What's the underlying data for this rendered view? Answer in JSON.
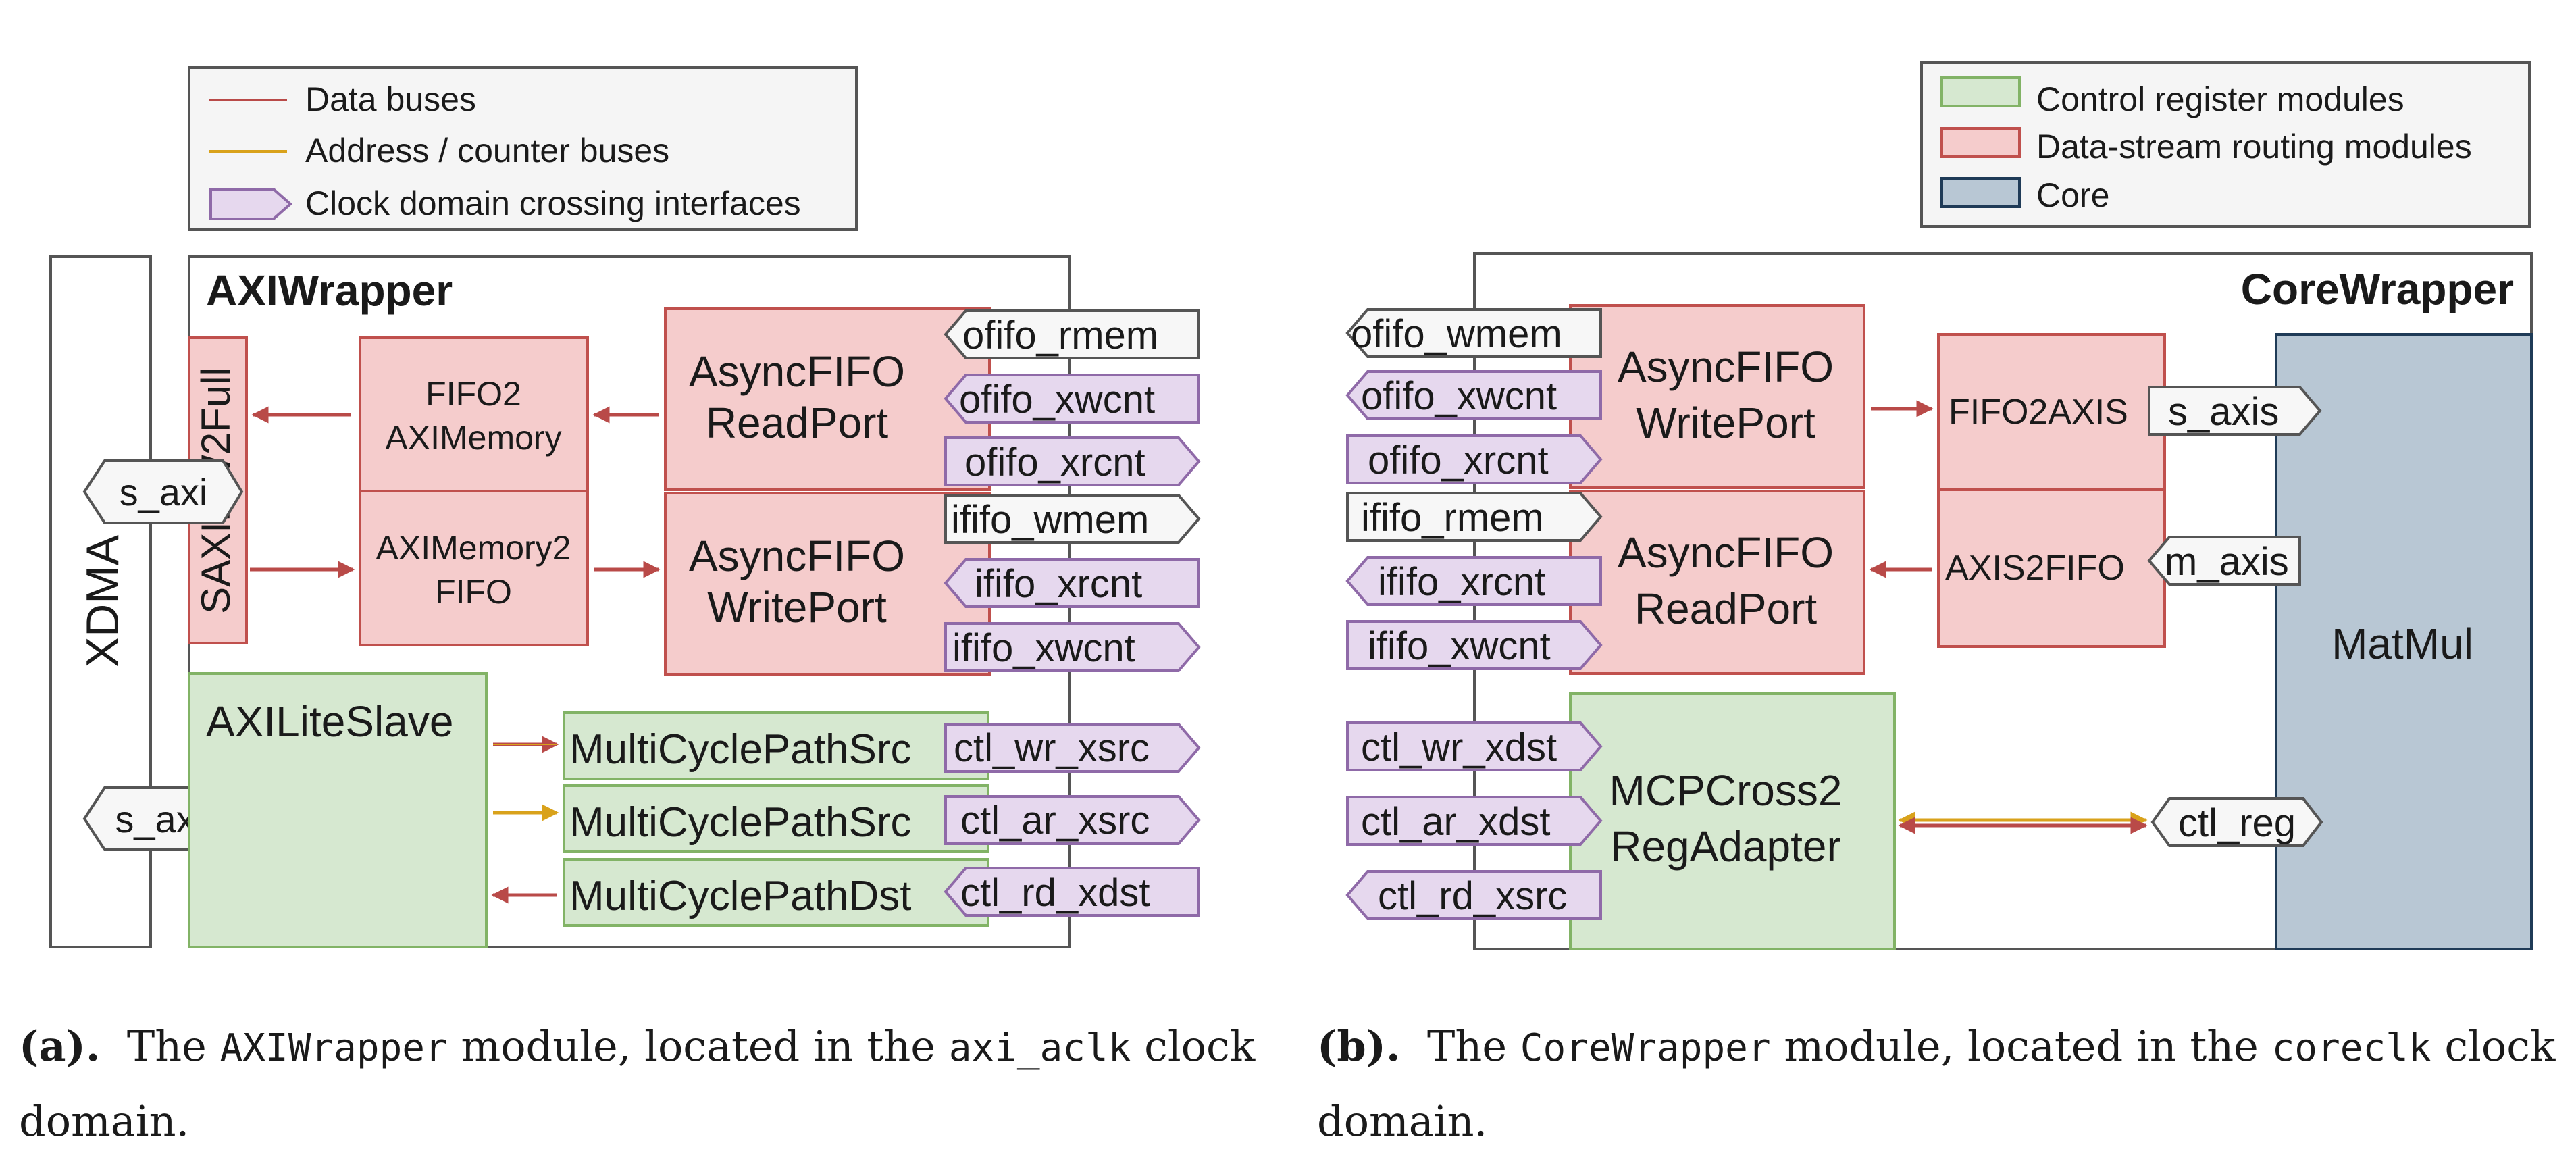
{
  "legend_left": {
    "items": [
      {
        "label": "Data buses",
        "color": "#b94a48"
      },
      {
        "label": "Address / counter buses",
        "color": "#d9a21b"
      },
      {
        "label": "Clock domain crossing interfaces",
        "color": "#e6d8ee"
      }
    ]
  },
  "legend_right": {
    "items": [
      {
        "label": "Control register modules",
        "color": "#d6e8d0"
      },
      {
        "label": "Data-stream routing modules",
        "color": "#f5cccc"
      },
      {
        "label": "Core",
        "color": "#b8c7d4"
      }
    ]
  },
  "left": {
    "xdma": "XDMA",
    "wrapper_title": "AXIWrapper",
    "s_axi": "s_axi",
    "s_axil": "s_axil",
    "saxirw2full": "SAXIRW2Full",
    "fifo2axi": [
      "FIFO2",
      "AXIMemory"
    ],
    "axi2fifo": [
      "AXIMemory2",
      "FIFO"
    ],
    "async_read": [
      "AsyncFIFO",
      "ReadPort"
    ],
    "async_write": [
      "AsyncFIFO",
      "WritePort"
    ],
    "axilite": "AXILiteSlave",
    "mcp": [
      "MultiCyclePathSrc",
      "MultiCyclePathSrc",
      "MultiCyclePathDst"
    ],
    "ports": [
      "ofifo_rmem",
      "ofifo_xwcnt",
      "ofifo_xrcnt",
      "ififo_wmem",
      "ififo_xrcnt",
      "ififo_xwcnt",
      "ctl_wr_xsrc",
      "ctl_ar_xsrc",
      "ctl_rd_xdst"
    ]
  },
  "right": {
    "wrapper_title": "CoreWrapper",
    "async_write": [
      "AsyncFIFO",
      "WritePort"
    ],
    "async_read": [
      "AsyncFIFO",
      "ReadPort"
    ],
    "fifo2axis": "FIFO2AXIS",
    "axis2fifo": "AXIS2FIFO",
    "s_axis": "s_axis",
    "m_axis": "m_axis",
    "matmul": "MatMul",
    "mcpcross": [
      "MCPCross2",
      "RegAdapter"
    ],
    "ctl_reg": "ctl_reg",
    "ports": [
      "ofifo_wmem",
      "ofifo_xwcnt",
      "ofifo_xrcnt",
      "ififo_rmem",
      "ififo_xrcnt",
      "ififo_xwcnt",
      "ctl_wr_xdst",
      "ctl_ar_xdst",
      "ctl_rd_xsrc"
    ]
  },
  "captions": {
    "a_label": "(a).",
    "a_pre": "The",
    "a_code1": "AXIWrapper",
    "a_mid": "module, located in the",
    "a_code2": "axi_aclk",
    "a_post": "clock domain.",
    "b_label": "(b).",
    "b_pre": "The",
    "b_code1": "CoreWrapper",
    "b_mid": "module, located in the",
    "b_code2": "coreclk",
    "b_post": "clock domain."
  }
}
